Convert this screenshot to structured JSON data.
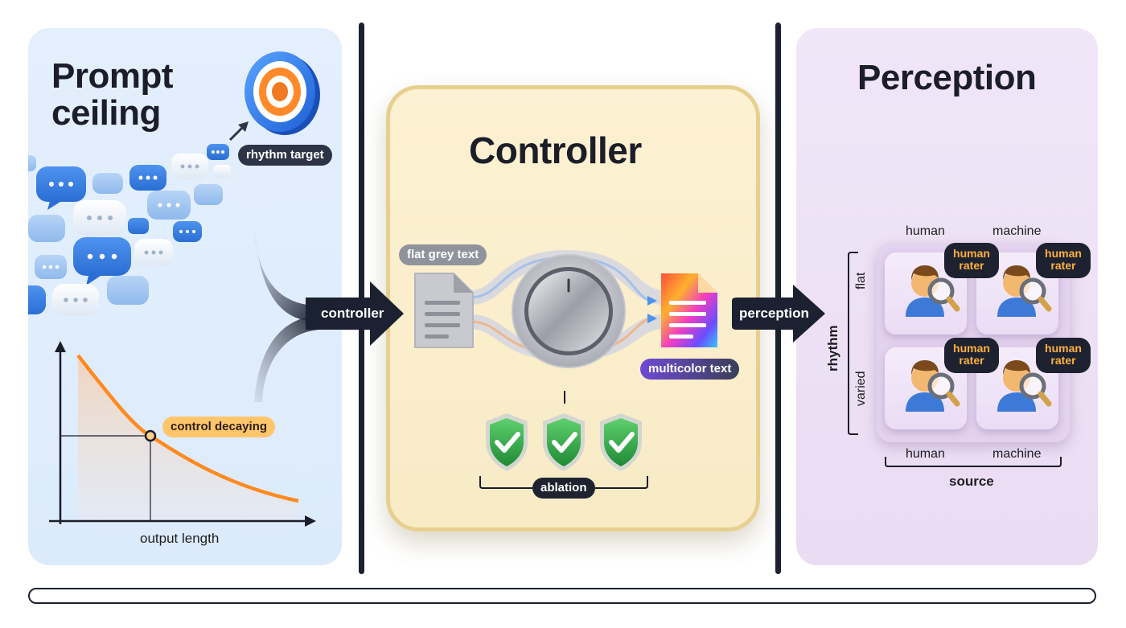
{
  "left_panel": {
    "title_line1": "Prompt",
    "title_line2": "ceiling",
    "target_label": "rhythm target",
    "curve_label": "control decaying",
    "x_axis_label": "output length"
  },
  "center_panel": {
    "title": "Controller",
    "input_label": "flat grey text",
    "output_label": "multicolor text",
    "ablation_label": "ablation"
  },
  "right_panel": {
    "title": "Perception",
    "col_top_left": "human",
    "col_top_right": "machine",
    "col_bottom_left": "human",
    "col_bottom_right": "machine",
    "x_group_label": "source",
    "y_group_label": "rhythm",
    "row_top": "flat",
    "row_bottom": "varied",
    "rater_badges": [
      {
        "line1": "human",
        "line2": "rater"
      },
      {
        "line1": "human",
        "line2": "rater"
      },
      {
        "line1": "human",
        "line2": "rater"
      },
      {
        "line1": "human",
        "line2": "rater"
      }
    ]
  },
  "arrows": {
    "left_to_center": "controller",
    "center_to_right": "perception"
  },
  "icons": [
    "target-icon",
    "chat-bubble-icon",
    "document-icon",
    "knob-icon",
    "shield-check-icon",
    "magnifier-person-icon"
  ],
  "colors": {
    "curve": "#ff8a1f",
    "shield": "#36a84a",
    "accent_dark": "#1b2130"
  }
}
